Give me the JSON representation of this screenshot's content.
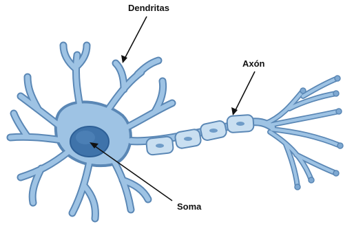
{
  "labels": {
    "dendrites": "Dendritas",
    "axon": "Axón",
    "soma": "Soma"
  },
  "colors": {
    "body": "#9ec3e4",
    "outline": "#5a87b5",
    "nucleus": "#3f73aa",
    "nucleus_inner": "#2d5f96",
    "myelin": "#c9dff1",
    "arrow": "#111111"
  }
}
